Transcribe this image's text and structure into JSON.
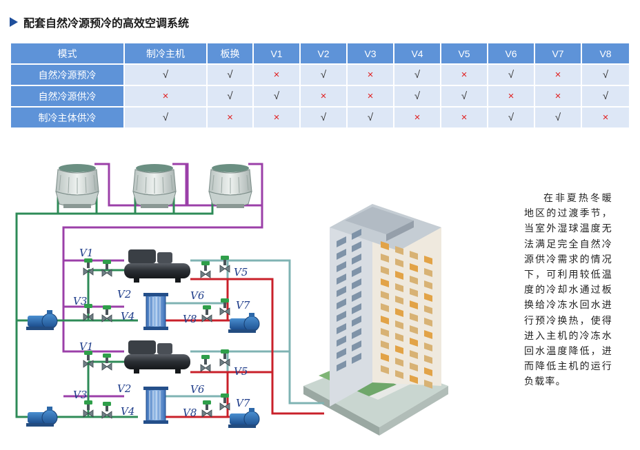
{
  "title": "配套自然冷源预冷的高效空调系统",
  "table": {
    "headers": [
      "模式",
      "制冷主机",
      "板换",
      "V1",
      "V2",
      "V3",
      "V4",
      "V5",
      "V6",
      "V7",
      "V8"
    ],
    "rows": [
      {
        "mode": "自然冷源预冷",
        "cells": [
          "√",
          "√",
          "×",
          "√",
          "×",
          "√",
          "×",
          "√",
          "×",
          "√"
        ]
      },
      {
        "mode": "自然冷源供冷",
        "cells": [
          "×",
          "√",
          "√",
          "×",
          "×",
          "√",
          "√",
          "×",
          "×",
          "√"
        ]
      },
      {
        "mode": "制冷主体供冷",
        "cells": [
          "√",
          "×",
          "×",
          "√",
          "√",
          "×",
          "×",
          "√",
          "√",
          "×"
        ]
      }
    ]
  },
  "diagram": {
    "labels_upper": {
      "v1": "V1",
      "v2": "V2",
      "v3": "V3",
      "v4": "V4",
      "v5": "V5",
      "v6": "V6",
      "v7": "V7",
      "v8": "V8"
    },
    "labels_lower": {
      "v1": "V1",
      "v2": "V2",
      "v3": "V3",
      "v4": "V4",
      "v5": "V5",
      "v6": "V6",
      "v7": "V7",
      "v8": "V8"
    },
    "colors": {
      "cooling_water": "#2e8b57",
      "supply": "#c9202a",
      "return_purple": "#9b3fa8",
      "return_teal": "#7fb3b3"
    }
  },
  "description": "在非夏热冬暖地区的过渡季节，当室外湿球温度无法满足完全自然冷源供冷需求的情况下，可利用较低温度的冷却水通过板换给冷冻水回水进行预冷换热，使得进入主机的冷冻水回水温度降低，进而降低主机的运行负载率。"
}
